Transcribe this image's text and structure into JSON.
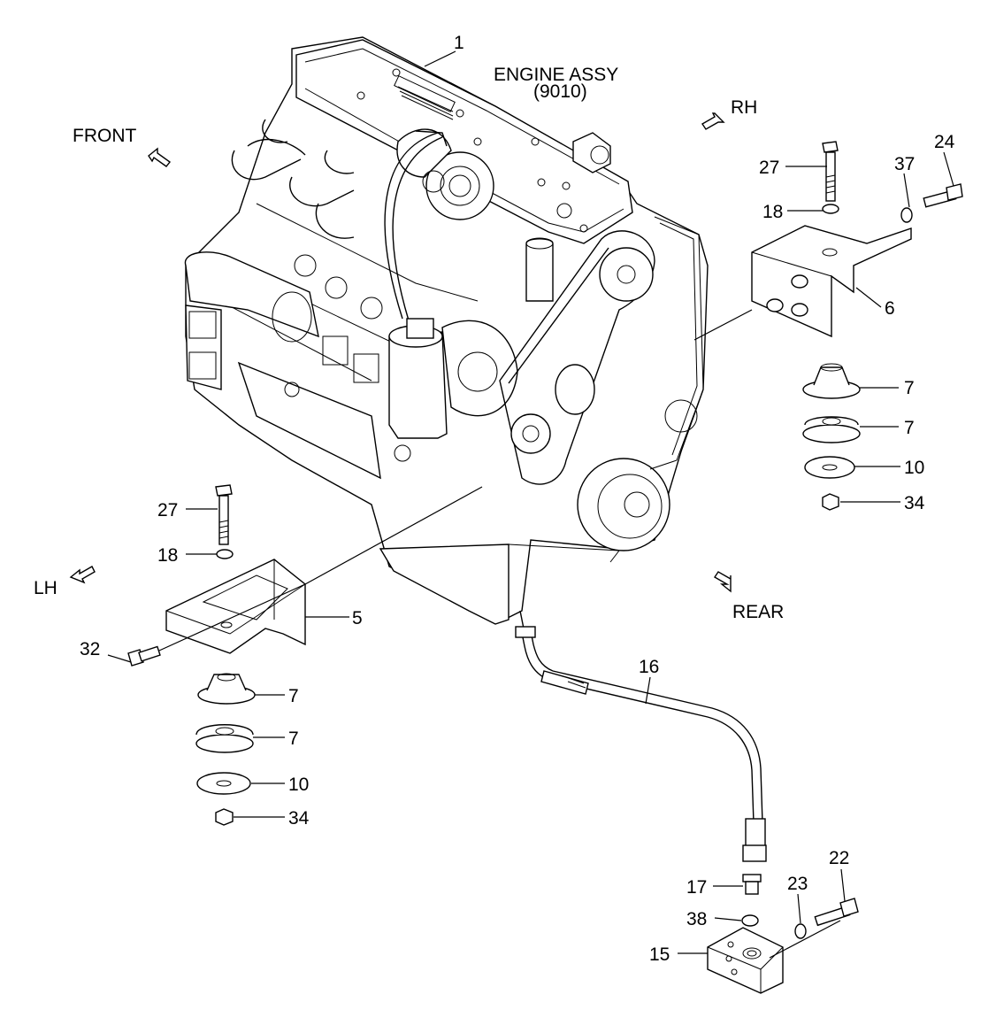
{
  "title": {
    "line1": "ENGINE ASSY",
    "line2": "(9010)"
  },
  "directions": {
    "front": "FRONT",
    "rh": "RH",
    "lh": "LH",
    "rear": "REAR"
  },
  "callouts": {
    "p1": "1",
    "p27_right": "27",
    "p18_right": "18",
    "p37": "37",
    "p24": "24",
    "p6": "6",
    "p7_right_a": "7",
    "p7_right_b": "7",
    "p10_right": "10",
    "p34_right": "34",
    "p27_left": "27",
    "p18_left": "18",
    "p5": "5",
    "p32": "32",
    "p7_left_a": "7",
    "p7_left_b": "7",
    "p10_left": "10",
    "p34_left": "34",
    "p16": "16",
    "p22": "22",
    "p17": "17",
    "p23": "23",
    "p38": "38",
    "p15": "15"
  }
}
